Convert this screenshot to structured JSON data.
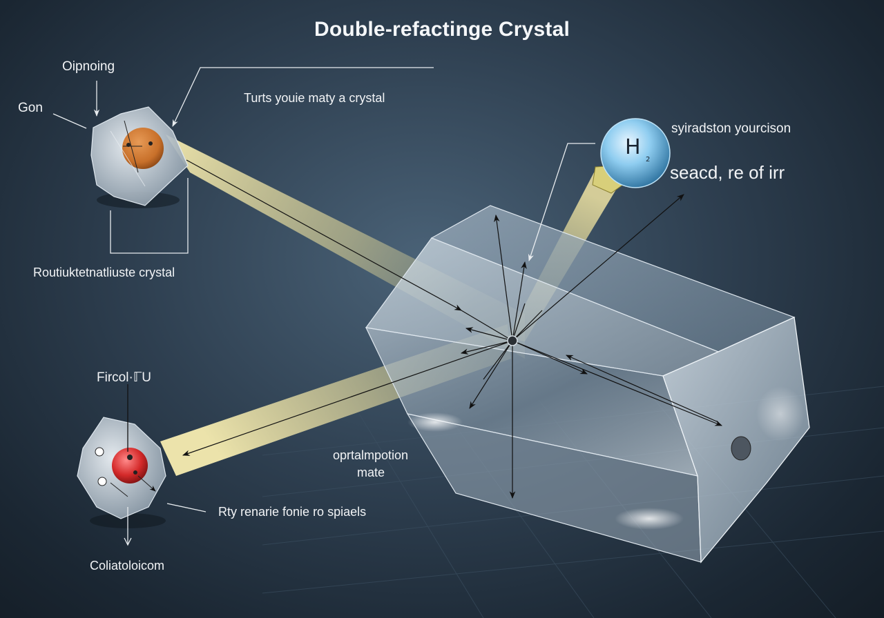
{
  "title": "Double-refactinge Crystal",
  "labels": {
    "oipnoing": "Oipnoing",
    "gon": "Gon",
    "turts": "Turts youie maty a crystal",
    "routiuk": "Routiuktetnatliuste crystal",
    "syiradston": "syiradston yourcison",
    "seacd": "seacd, re of irr",
    "fircol": "Fircol·ℾU",
    "oprtalmpotion": "oprtalmpotion",
    "mate": "mate",
    "rty": "Rty renarie fonie ro spiaels",
    "coliatoloicom": "Coliatoloicom"
  },
  "molecule": {
    "symbol": "H",
    "subscript": "2"
  },
  "colors": {
    "background": "#2e3f50",
    "beam": "#f3e9a0",
    "crystal": "#c9d6e0",
    "core_orange": "#c8702a",
    "core_red": "#d42a2a",
    "molecule": "#4ba3d4",
    "text": "#f2f4f6"
  }
}
